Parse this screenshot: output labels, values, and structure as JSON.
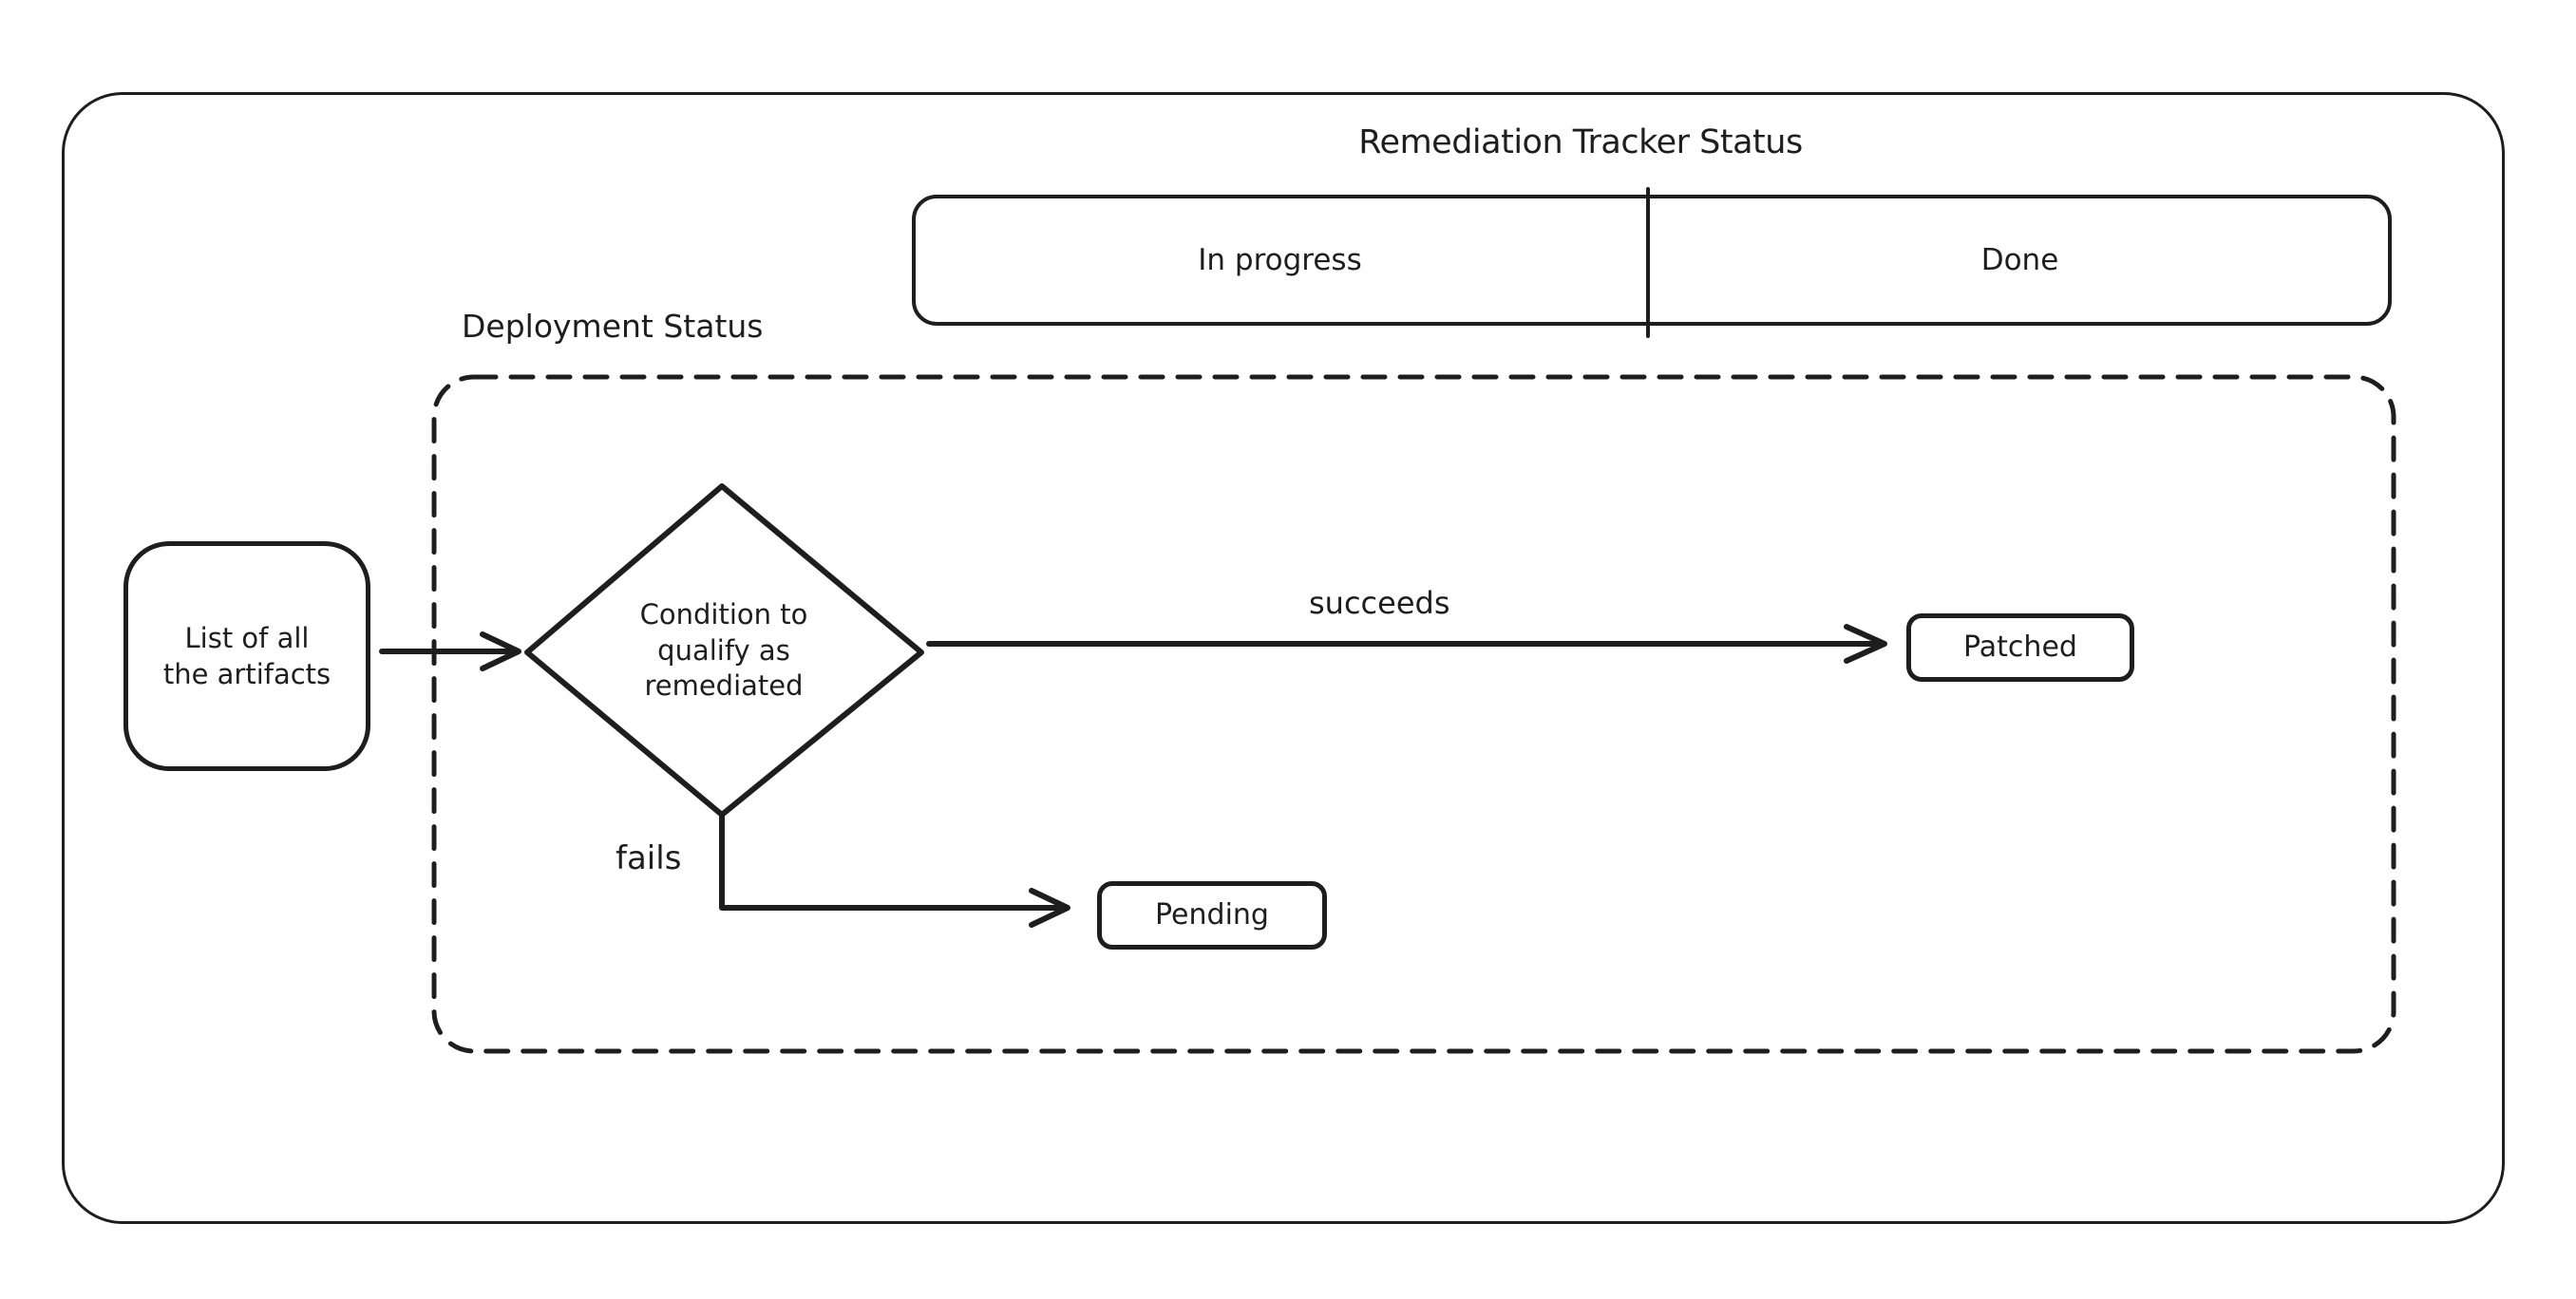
{
  "colors": {
    "stroke": "#1e1e1e",
    "background": "#ffffff"
  },
  "header": {
    "title": "Remediation Tracker Status"
  },
  "tracker": {
    "segments": [
      {
        "label": "In progress"
      },
      {
        "label": "Done"
      }
    ]
  },
  "deployment": {
    "label": "Deployment Status"
  },
  "nodes": {
    "artifacts": {
      "label": "List of all\nthe artifacts"
    },
    "condition": {
      "label": "Condition to\nqualify as\nremediated"
    },
    "patched": {
      "label": "Patched"
    },
    "pending": {
      "label": "Pending"
    }
  },
  "edges": {
    "succeeds": {
      "label": "succeeds"
    },
    "fails": {
      "label": "fails"
    }
  }
}
